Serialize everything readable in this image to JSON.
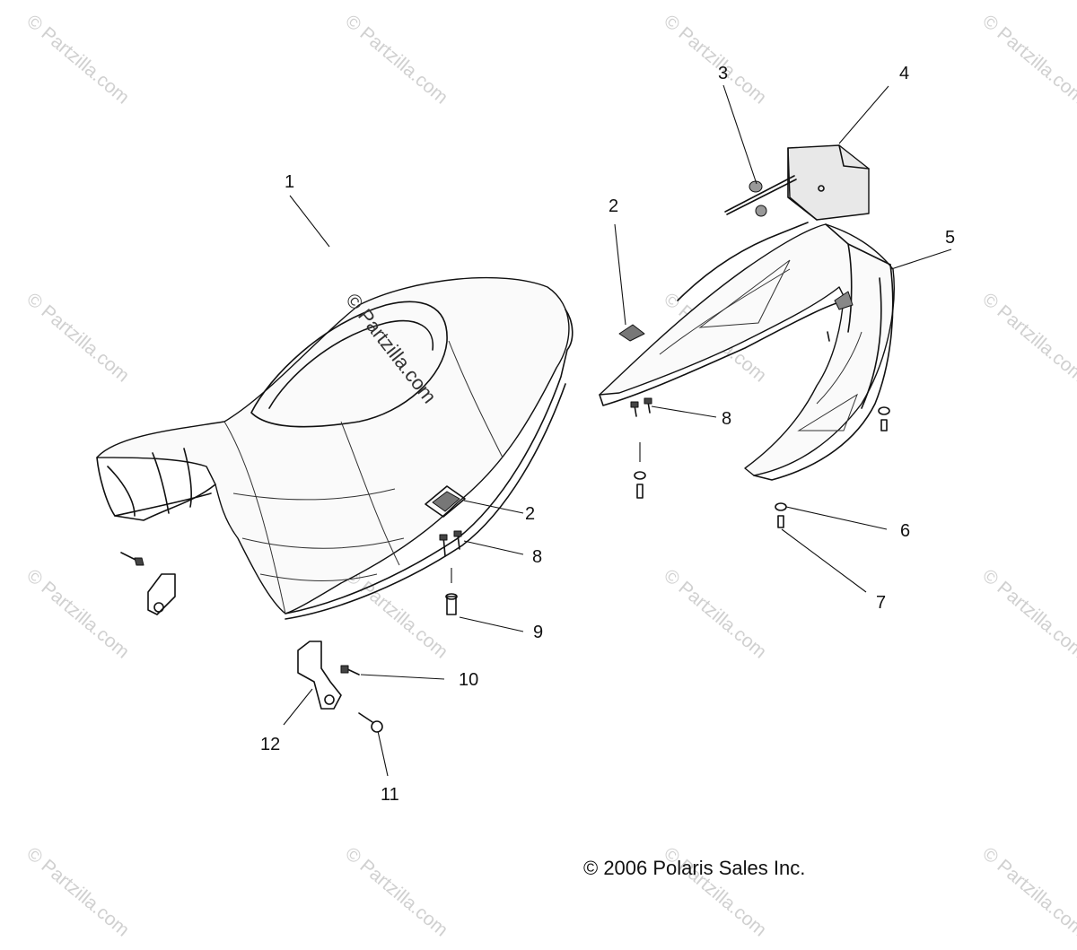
{
  "watermark": "© Partzilla.com",
  "center_watermark": "© Partzilla.com",
  "copyright": "© 2006 Polaris Sales Inc.",
  "callouts": {
    "c1": "1",
    "c2a": "2",
    "c2b": "2",
    "c3": "3",
    "c4": "4",
    "c5": "5",
    "c6": "6",
    "c7": "7",
    "c8a": "8",
    "c8b": "8",
    "c9": "9",
    "c10": "10",
    "c11": "11",
    "c12": "12"
  }
}
